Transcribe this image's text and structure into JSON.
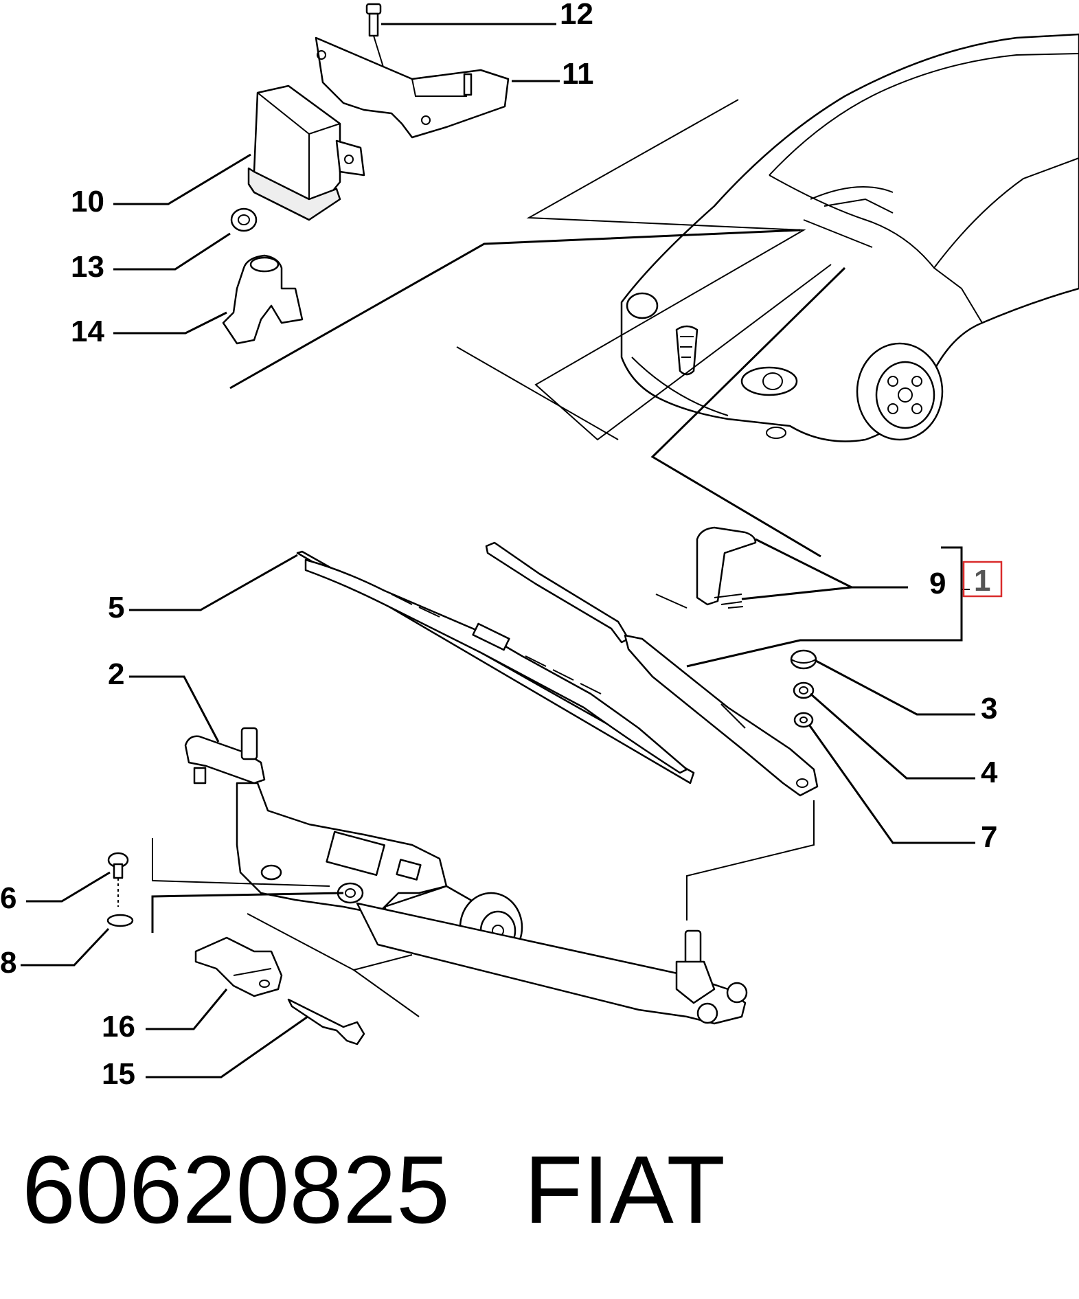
{
  "callouts": {
    "c1": "1",
    "c2": "2",
    "c3": "3",
    "c4": "4",
    "c5": "5",
    "c6": "6",
    "c7": "7",
    "c8": "8",
    "c9": "9",
    "c10": "10",
    "c11": "11",
    "c12": "12",
    "c13": "13",
    "c14": "14",
    "c15": "15",
    "c16": "16"
  },
  "highlight_color": "#d92b2b",
  "footer": {
    "part_number": "60620825",
    "brand": "FIAT"
  }
}
